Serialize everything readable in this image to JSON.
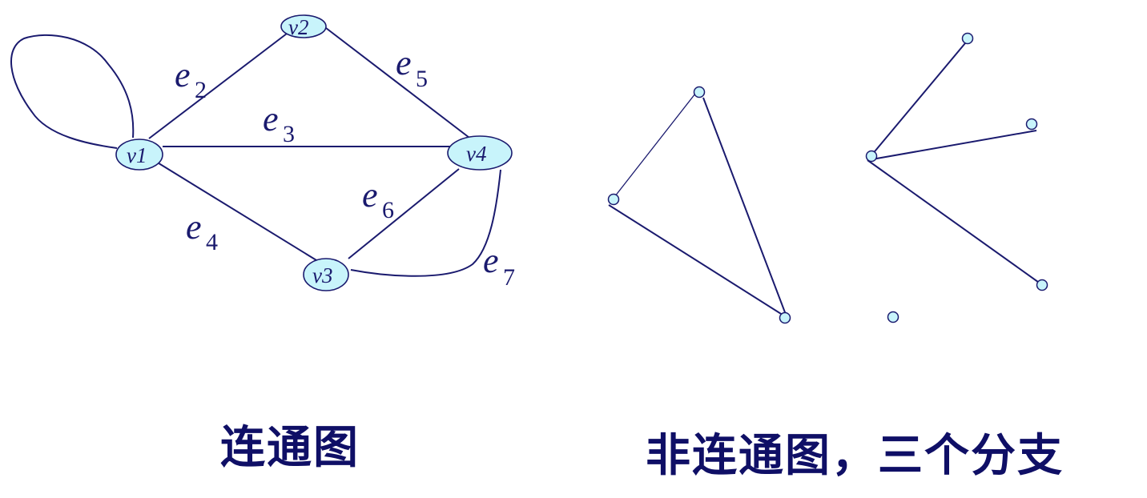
{
  "connected_graph": {
    "caption": "连通图",
    "nodes": [
      {
        "id": "v1",
        "label": "v1"
      },
      {
        "id": "v2",
        "label": "v2"
      },
      {
        "id": "v3",
        "label": "v3"
      },
      {
        "id": "v4",
        "label": "v4"
      }
    ],
    "edges": [
      {
        "id": "e1",
        "from": "v1",
        "to": "v1",
        "type": "loop",
        "label": ""
      },
      {
        "id": "e2",
        "from": "v1",
        "to": "v2",
        "label": "e",
        "sub": "2"
      },
      {
        "id": "e3",
        "from": "v1",
        "to": "v4",
        "label": "e",
        "sub": "3"
      },
      {
        "id": "e4",
        "from": "v1",
        "to": "v3",
        "label": "e",
        "sub": "4"
      },
      {
        "id": "e5",
        "from": "v2",
        "to": "v4",
        "label": "e",
        "sub": "5"
      },
      {
        "id": "e6",
        "from": "v3",
        "to": "v4",
        "label": "e",
        "sub": "6"
      },
      {
        "id": "e7",
        "from": "v3",
        "to": "v4",
        "type": "curve",
        "label": "e",
        "sub": "7"
      }
    ]
  },
  "disconnected_graph": {
    "caption": "非连通图，三个分支",
    "components": [
      {
        "name": "triangle",
        "node_count": 3,
        "edge_count": 3
      },
      {
        "name": "star",
        "node_count": 4,
        "edge_count": 3
      },
      {
        "name": "isolated-vertex",
        "node_count": 1,
        "edge_count": 0
      }
    ]
  },
  "colors": {
    "stroke": "#1a1a6e",
    "node_fill": "#c8f4fb",
    "text": "#0f0f66"
  }
}
